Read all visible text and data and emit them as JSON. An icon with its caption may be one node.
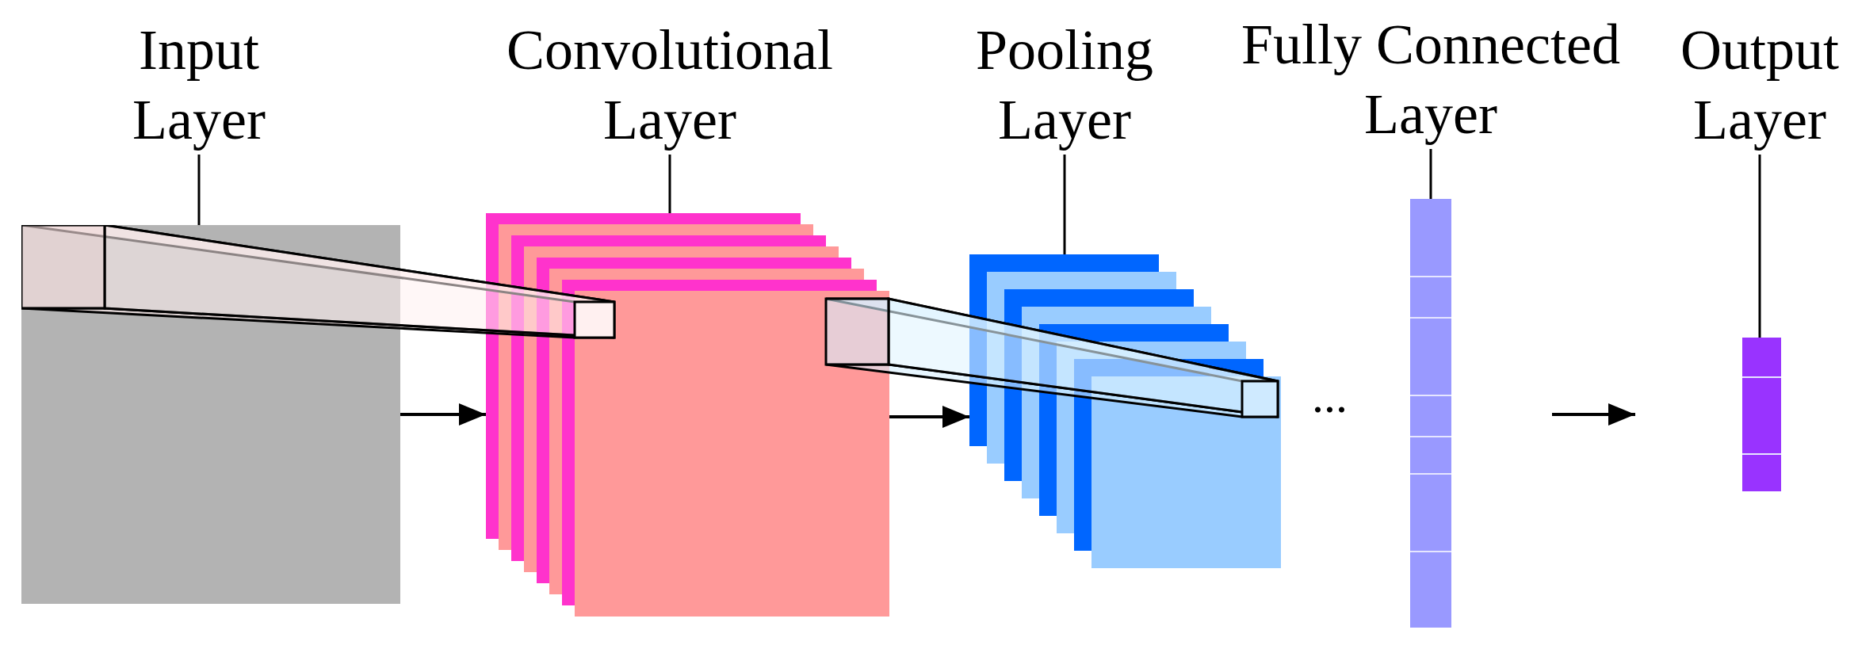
{
  "diagram": {
    "nodes": [
      {
        "text": [
          "Input Layer"
        ]
      },
      {
        "text": [],
        "shape": "box"
      },
      {
        "text": [
          "Convolutional Layer"
        ]
      },
      {
        "text": [],
        "shape": "box"
      },
      {
        "text": [
          "Pooling Layer"
        ]
      },
      {
        "text": [],
        "shape": "box"
      },
      {
        "text": [
          "Fully Connected Layer"
        ]
      },
      {
        "text": [],
        "shape": "bar"
      },
      {
        "text": [
          "Output Layer"
        ]
      },
      {
        "text": [],
        "shape": "bar"
      }
    ],
    "edges": [
      {
        "from": 0,
        "to": 1,
        "arrow": "none"
      },
      {
        "from": 2,
        "to": 3,
        "arrow": "none"
      },
      {
        "from": 4,
        "to": 5,
        "arrow": "none"
      },
      {
        "from": 6,
        "to": 7,
        "arrow": "none"
      },
      {
        "from": 8,
        "to": 9,
        "arrow": "none"
      },
      {
        "from": 1,
        "to": 3,
        "arrow": "to"
      },
      {
        "from": 3,
        "to": 5,
        "arrow": "to"
      },
      {
        "from": 7,
        "to": 9,
        "arrow": "to"
      }
    ],
    "labels": [
      "..."
    ]
  }
}
